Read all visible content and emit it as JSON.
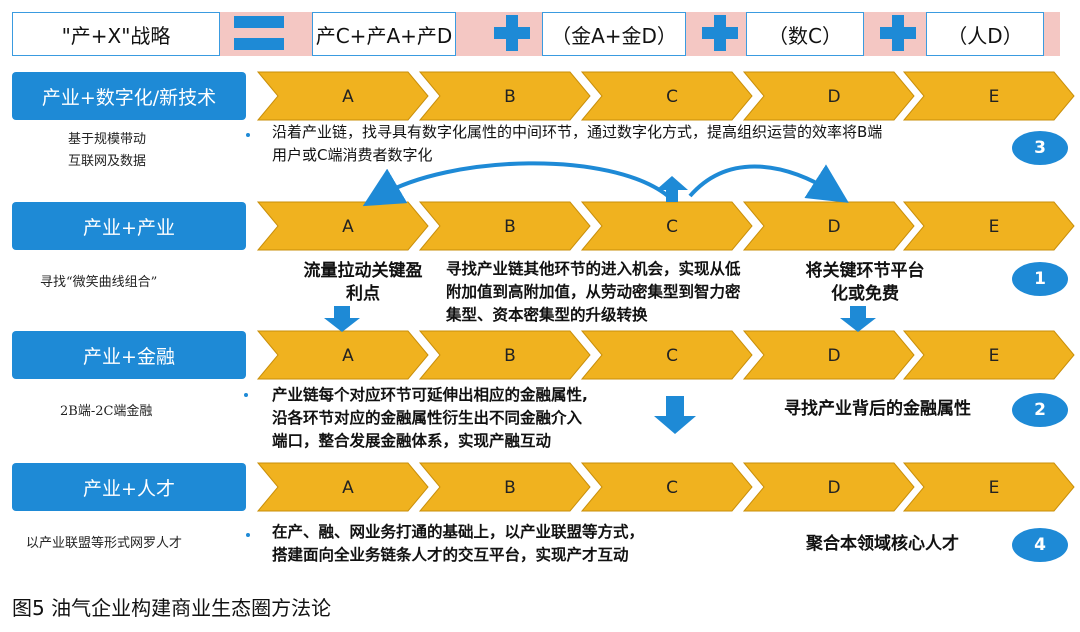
{
  "formula": {
    "strategy": "\"产+X\"战略",
    "industry_term": "产C+产A+产D",
    "finance_term": "（金A+金D）",
    "data_term": "（数C）",
    "talent_term": "（人D）"
  },
  "stage_letters": [
    "A",
    "B",
    "C",
    "D",
    "E"
  ],
  "rows": {
    "digital": {
      "label": "产业+数字化/新技术",
      "sub_line1": "基于规模带动",
      "sub_line2": "互联网及数据",
      "desc_line1": "沿着产业链，找寻具有数字化属性的中间环节，通过数字化方式，提高组织运营的效率将B端",
      "desc_line2": "用户或C端消费者数字化",
      "badge": "3"
    },
    "industry": {
      "label": "产业+产业",
      "sub": "寻找“微笑曲线组合”",
      "left_line1": "流量拉动关键盈",
      "left_line2": "利点",
      "mid_line1": "寻找产业链其他环节的进入机会，实现从低",
      "mid_line2": "附加值到高附加值，从劳动密集型到智力密",
      "mid_line3": "集型、资本密集型的升级转换",
      "right_line1": "将关键环节平台",
      "right_line2": "化或免费",
      "badge": "1"
    },
    "finance": {
      "label": "产业+金融",
      "sub": "2B端-2C端金融",
      "desc_line1": "产业链每个对应环节可延伸出相应的金融属性,",
      "desc_line2": "沿各环节对应的金融属性衍生出不同金融介入",
      "desc_line3": "端口，整合发展金融体系，实现产融互动",
      "right": "寻找产业背后的金融属性",
      "badge": "2"
    },
    "talent": {
      "label": "产业+人才",
      "sub": "以产业联盟等形式网罗人才",
      "desc_line1": "在产、融、网业务打通的基础上，以产业联盟等方式，",
      "desc_line2": "搭建面向全业务链条人才的交互平台，实现产才互动",
      "right": "聚合本领域核心人才",
      "badge": "4"
    }
  },
  "caption": "图5   油气企业构建商业生态圈方法论",
  "colors": {
    "blue": "#1e8ad6",
    "chevron": "#f0b21f",
    "chevron_border": "#c98f0a",
    "band": "#f4c7c3"
  }
}
